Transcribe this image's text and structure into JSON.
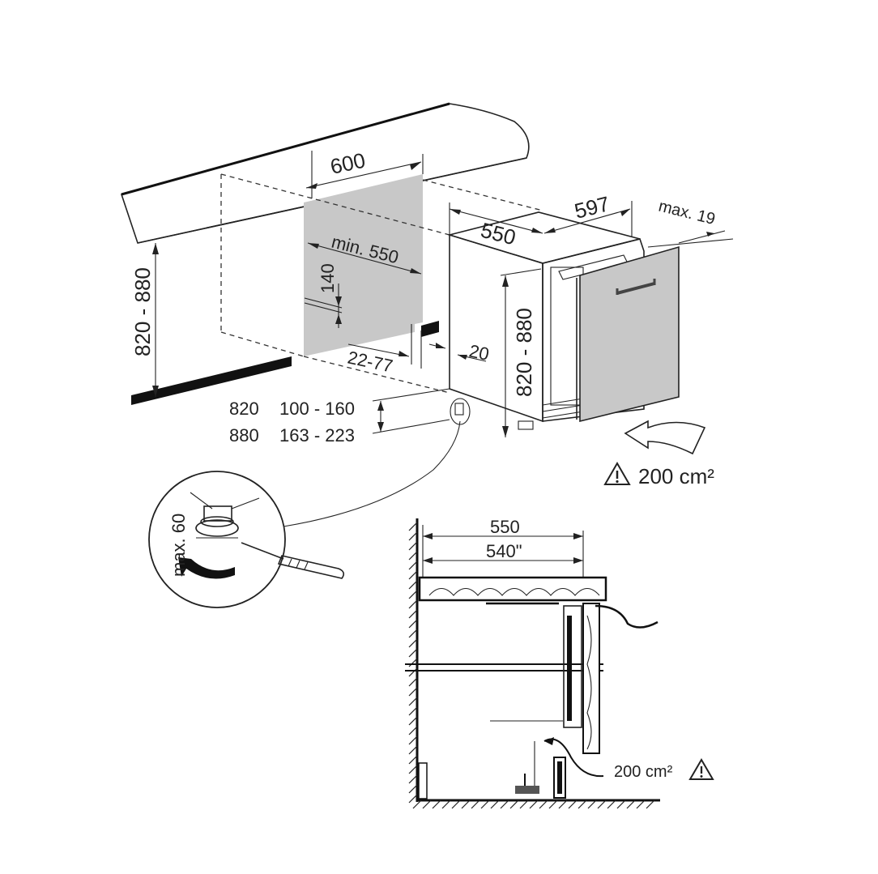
{
  "top_view": {
    "width_niche": "600",
    "height_range": "820 - 880",
    "depth_niche": "min. 550",
    "gap_height": "140",
    "plinth_depth": "22-77",
    "plinth_gap": "20",
    "appliance_depth": "550",
    "appliance_width": "597",
    "door_thickness": "max. 19",
    "appliance_height": "820 - 880",
    "vent_area": "200 cm²"
  },
  "feet_table": {
    "rows": [
      {
        "height": "820",
        "range": "100 - 160"
      },
      {
        "height": "880",
        "range": "163 - 223"
      }
    ]
  },
  "detail_circle": {
    "foot_max": "max. 60"
  },
  "section_view": {
    "depth_outer": "550",
    "depth_inner": "540\"",
    "vent_area": "200 cm²"
  }
}
